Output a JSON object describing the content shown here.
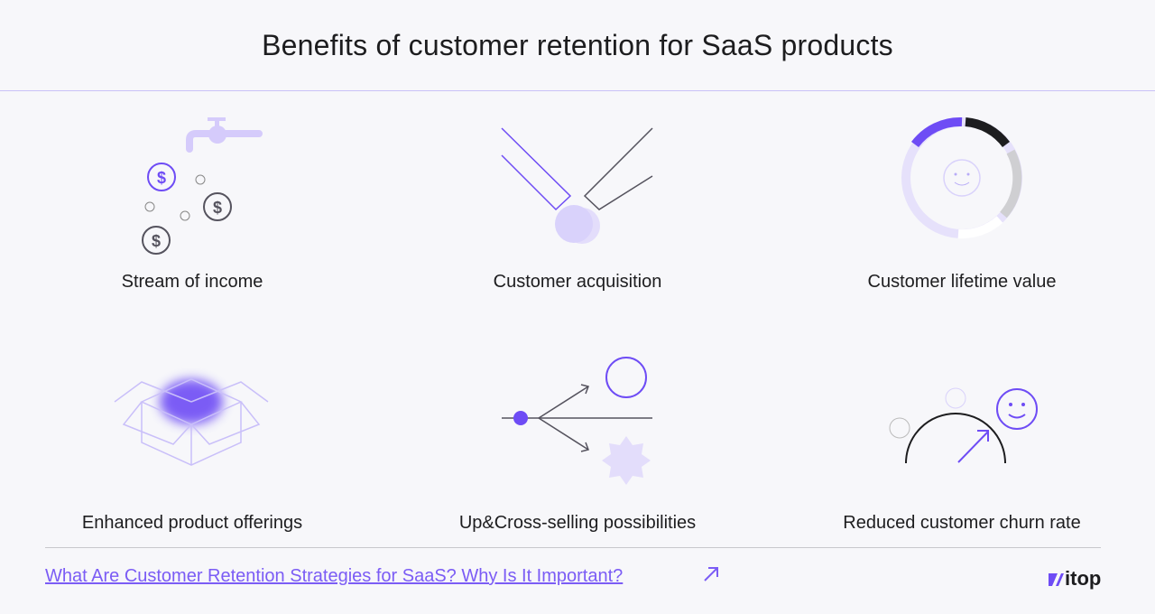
{
  "title": "Benefits of customer retention for SaaS products",
  "benefits": [
    "Stream of income",
    "Customer acquisition",
    "Customer lifetime value",
    "Enhanced product offerings",
    "Up&Cross-selling possibilities",
    "Reduced customer churn rate"
  ],
  "footer": {
    "link": "What Are Customer Retention Strategies for SaaS? Why Is It Important?",
    "logo": "itop"
  },
  "colors": {
    "accent": "#6e4cf5",
    "light": "#d9d2fb"
  }
}
